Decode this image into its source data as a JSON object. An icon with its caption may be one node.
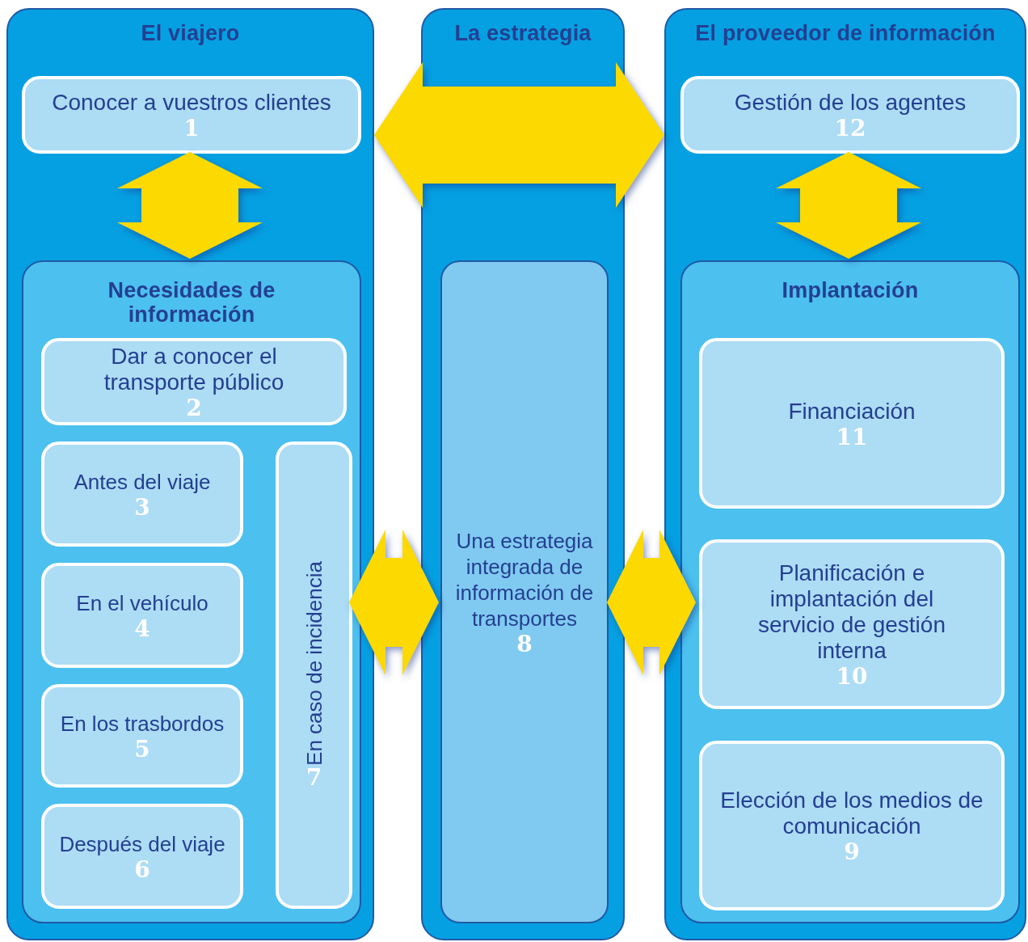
{
  "diagram": {
    "nodes": [
      {
        "text": [
          "El viajero"
        ]
      },
      {
        "text": [
          "Conocer a vuestros clientes",
          "1"
        ],
        "in": 0
      },
      {
        "text": [
          "Necesidades de información"
        ],
        "in": 0
      },
      {
        "text": [
          "Dar a conocer el transporte público",
          "2"
        ],
        "in": 2
      },
      {
        "text": [
          "Antes del viaje",
          "3"
        ],
        "in": 2
      },
      {
        "text": [
          "En el vehículo",
          "4"
        ],
        "in": 2
      },
      {
        "text": [
          "En los trasbordos",
          "5"
        ],
        "in": 2
      },
      {
        "text": [
          "Después del viaje",
          "6"
        ],
        "in": 2
      },
      {
        "text": [
          "En caso de incidencia",
          "7"
        ],
        "in": 2
      },
      {
        "text": [
          "La estrategia"
        ]
      },
      {
        "text": [
          "Una estrategia integrada de información de transportes",
          "8"
        ],
        "in": 9
      },
      {
        "text": [
          "El proveedor de información"
        ]
      },
      {
        "text": [
          "Gestión de los agentes",
          "12"
        ],
        "in": 11
      },
      {
        "text": [
          "Implantación"
        ],
        "in": 11
      },
      {
        "text": [
          "Financiación",
          "11"
        ],
        "in": 13
      },
      {
        "text": [
          "Planificación e implantación del servicio de gestión interna",
          "10"
        ],
        "in": 13
      },
      {
        "text": [
          "Elección de los medios de comunicación",
          "9"
        ],
        "in": 13
      }
    ],
    "edges": [
      {
        "from": 1,
        "to": 2,
        "arrow": "both"
      },
      {
        "from": 12,
        "to": 13,
        "arrow": "both"
      },
      {
        "from": 0,
        "to": 11,
        "arrow": "both"
      },
      {
        "from": 8,
        "to": 10,
        "arrow": "both"
      },
      {
        "from": 10,
        "to": 15,
        "arrow": "both"
      }
    ]
  }
}
